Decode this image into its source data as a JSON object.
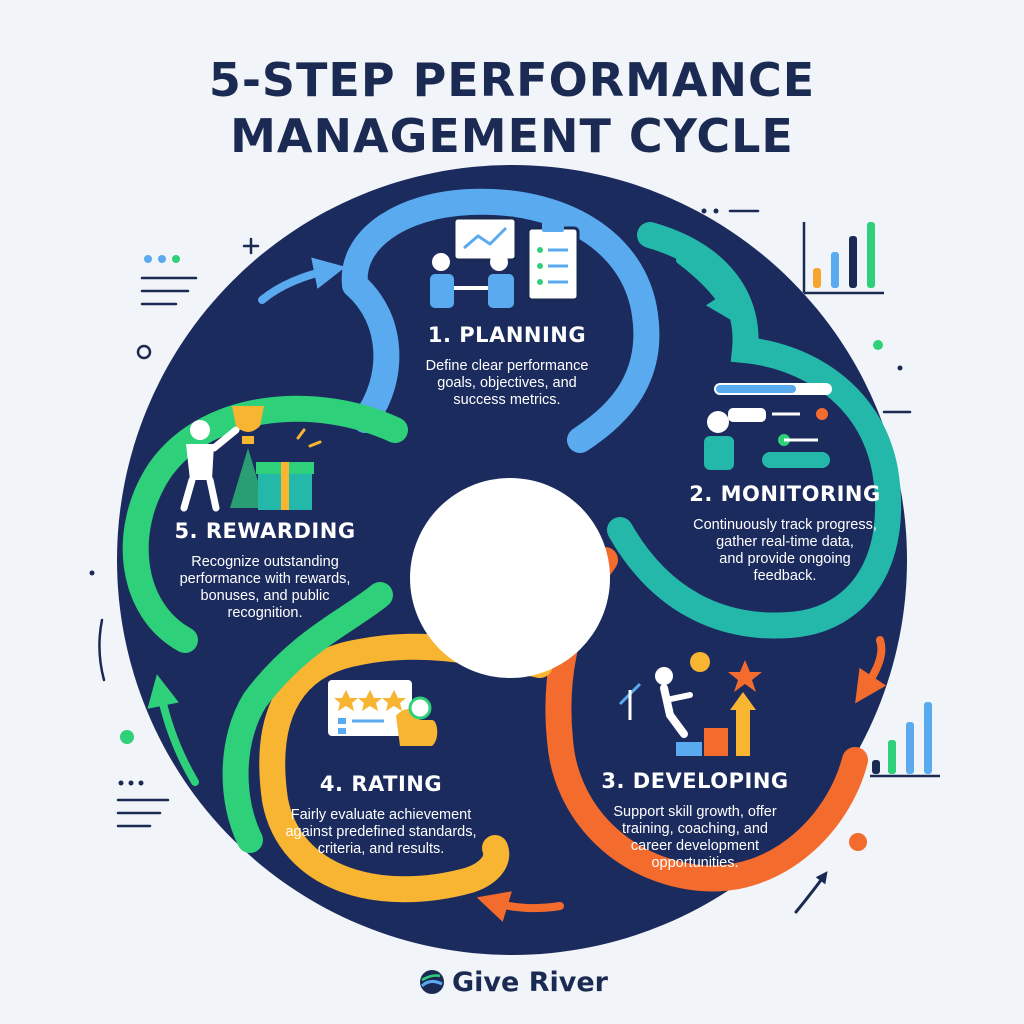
{
  "title": {
    "line1": "5-STEP PERFORMANCE",
    "line2": "MANAGEMENT CYCLE"
  },
  "steps": [
    {
      "heading": "1. PLANNING",
      "lines": [
        "Define clear performance",
        "goals, objectives, and",
        "success metrics."
      ],
      "color": "#5aaaf0",
      "icon": "planning-meeting-icon"
    },
    {
      "heading": "2. MONITORING",
      "lines": [
        "Continuously track progress,",
        "gather real-time data,",
        "and provide ongoing",
        "feedback."
      ],
      "color": "#24b8aa",
      "icon": "telescope-monitoring-icon"
    },
    {
      "heading": "3. DEVELOPING",
      "lines": [
        "Support skill growth, offer",
        "training, coaching, and",
        "career development",
        "opportunities."
      ],
      "color": "#f46b2e",
      "icon": "growth-stairs-icon"
    },
    {
      "heading": "4. RATING",
      "lines": [
        "Fairly evaluate achievement",
        "against predefined standards,",
        "criteria, and results."
      ],
      "color": "#f7b531",
      "icon": "star-rating-icon"
    },
    {
      "heading": "5. REWARDING",
      "lines": [
        "Recognize outstanding",
        "performance with rewards,",
        "bonuses, and public",
        "recognition."
      ],
      "color": "#2fd07a",
      "icon": "trophy-gift-icon"
    }
  ],
  "brand": {
    "name": "Give River",
    "icon": "give-river-logo-icon"
  },
  "colors": {
    "background": "#f1f4f8",
    "navy": "#1c2b5e",
    "title": "#1a2a52"
  }
}
